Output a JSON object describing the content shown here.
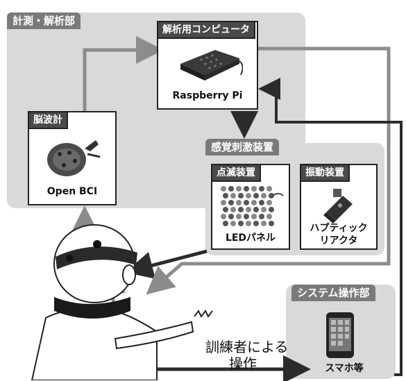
{
  "sections": {
    "measure": "計測・解析部",
    "stimulus": "感覚刺激装置",
    "system": "システム操作部"
  },
  "devices": {
    "computer": {
      "header": "解析用コンピュータ",
      "caption": "Raspberry Pi"
    },
    "eeg": {
      "header": "脳波計",
      "caption": "Open BCI"
    },
    "blink": {
      "header": "点滅装置",
      "caption": "LEDパネル"
    },
    "vibration": {
      "header": "振動装置",
      "caption_line1": "ハプティック",
      "caption_line2": "リアクタ"
    },
    "phone": {
      "caption": "スマホ等"
    }
  },
  "trainee": {
    "line1": "訓練者による",
    "line2": "操作"
  },
  "colors": {
    "panel": "#d9d9d9",
    "tag": "#7a7a7a",
    "dark_arrow": "#2b2b2b",
    "light_arrow": "#8c8c8c"
  }
}
